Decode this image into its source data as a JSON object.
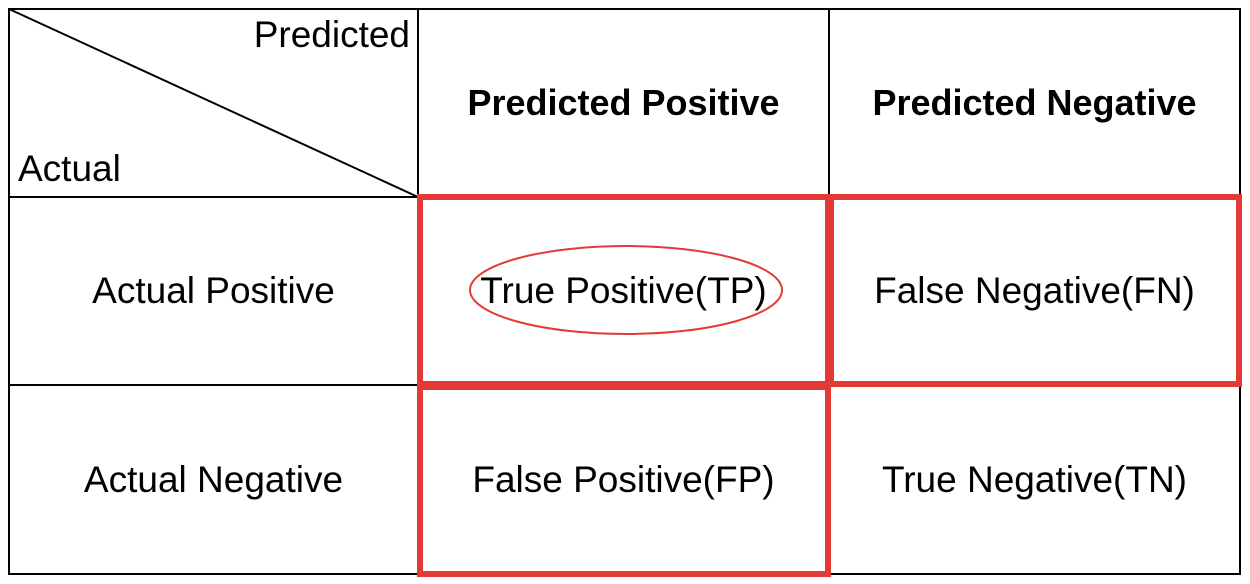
{
  "header_corner": {
    "predicted_label": "Predicted",
    "actual_label": "Actual"
  },
  "columns": [
    "Predicted Positive",
    "Predicted Negative"
  ],
  "rows": [
    {
      "label": "Actual Positive",
      "cells": [
        "True Positive(TP)",
        "False Negative(FN)"
      ]
    },
    {
      "label": "Actual Negative",
      "cells": [
        "False Positive(FP)",
        "True Negative(TN)"
      ]
    }
  ],
  "highlights": {
    "color": "#e53935",
    "boxed_cells": [
      "False Negative(FN)",
      "False Positive(FP)",
      "True Positive(TP)"
    ],
    "circled_cell": "True Positive(TP)"
  }
}
